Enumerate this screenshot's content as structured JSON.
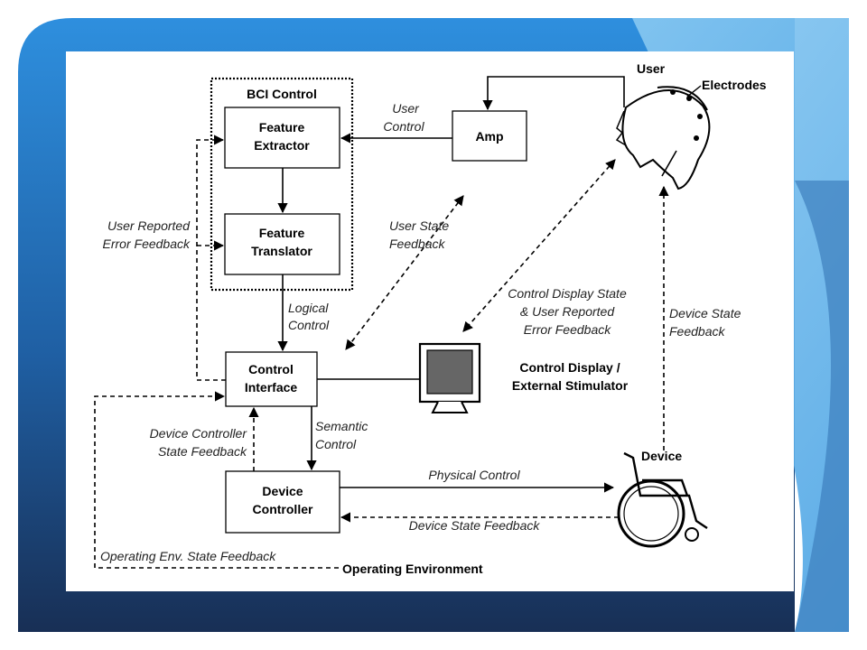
{
  "diagram": {
    "bci_control": "BCI Control",
    "feature_extractor": [
      "Feature",
      "Extractor"
    ],
    "feature_translator": [
      "Feature",
      "Translator"
    ],
    "amp": "Amp",
    "user": "User",
    "electrodes": "Electrodes",
    "control_interface": [
      "Control",
      "Interface"
    ],
    "device_controller": [
      "Device",
      "Controller"
    ],
    "device": "Device",
    "control_display": [
      "Control Display /",
      "External Stimulator"
    ],
    "operating_environment": "Operating Environment",
    "edge_user_control": [
      "User",
      "Control"
    ],
    "edge_user_reported": [
      "User Reported",
      "Error Feedback"
    ],
    "edge_user_state": [
      "User State",
      "Feedback"
    ],
    "edge_logical": [
      "Logical",
      "Control"
    ],
    "edge_control_display_state": [
      "Control Display State",
      "& User Reported",
      "Error Feedback"
    ],
    "edge_device_state_right": [
      "Device State",
      "Feedback"
    ],
    "edge_device_controller_state": [
      "Device Controller",
      "State Feedback"
    ],
    "edge_semantic": [
      "Semantic",
      "Control"
    ],
    "edge_physical": "Physical Control",
    "edge_device_state_bottom": "Device State Feedback",
    "edge_operating_env": "Operating Env. State Feedback"
  },
  "theme": {
    "dark_blue": "#1a3a66",
    "mid_blue": "#2f86d3",
    "light_blue": "#7cc4f1"
  }
}
